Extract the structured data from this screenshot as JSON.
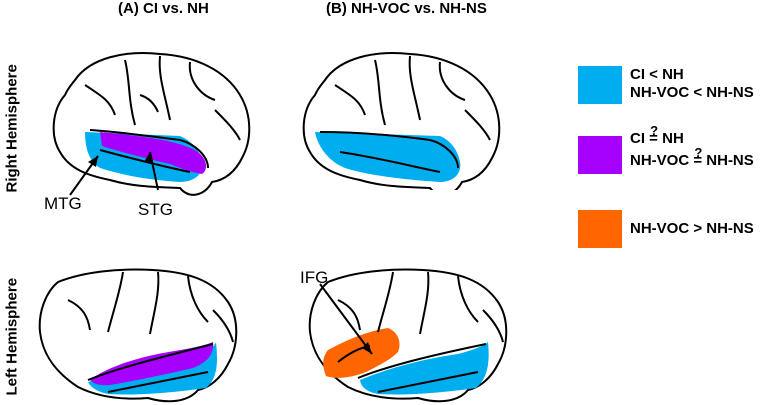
{
  "columns": {
    "a_title": "(A) CI vs. NH",
    "b_title": "(B) NH-VOC vs. NH-NS"
  },
  "rows": {
    "top_label": "Right Hemisphere",
    "bottom_label": "Left Hemisphere"
  },
  "annotations": {
    "mtg": "MTG",
    "stg": "STG",
    "ifg": "IFG"
  },
  "legend": {
    "items": [
      {
        "color": "#00aeef",
        "line1": "CI < NH",
        "line2": "NH-VOC < NH-NS"
      },
      {
        "color": "#a600ff",
        "line1_a": "CI ",
        "sym": "=",
        "q": "?",
        "line1_b": " NH",
        "line2_a": "NH-VOC ",
        "line2_b": " NH-NS"
      },
      {
        "color": "#ff6600",
        "line1": "NH-VOC > NH-NS"
      }
    ]
  },
  "colors": {
    "blue": "#00aeef",
    "purple": "#a600ff",
    "orange": "#ff6600",
    "outline": "#000000"
  }
}
